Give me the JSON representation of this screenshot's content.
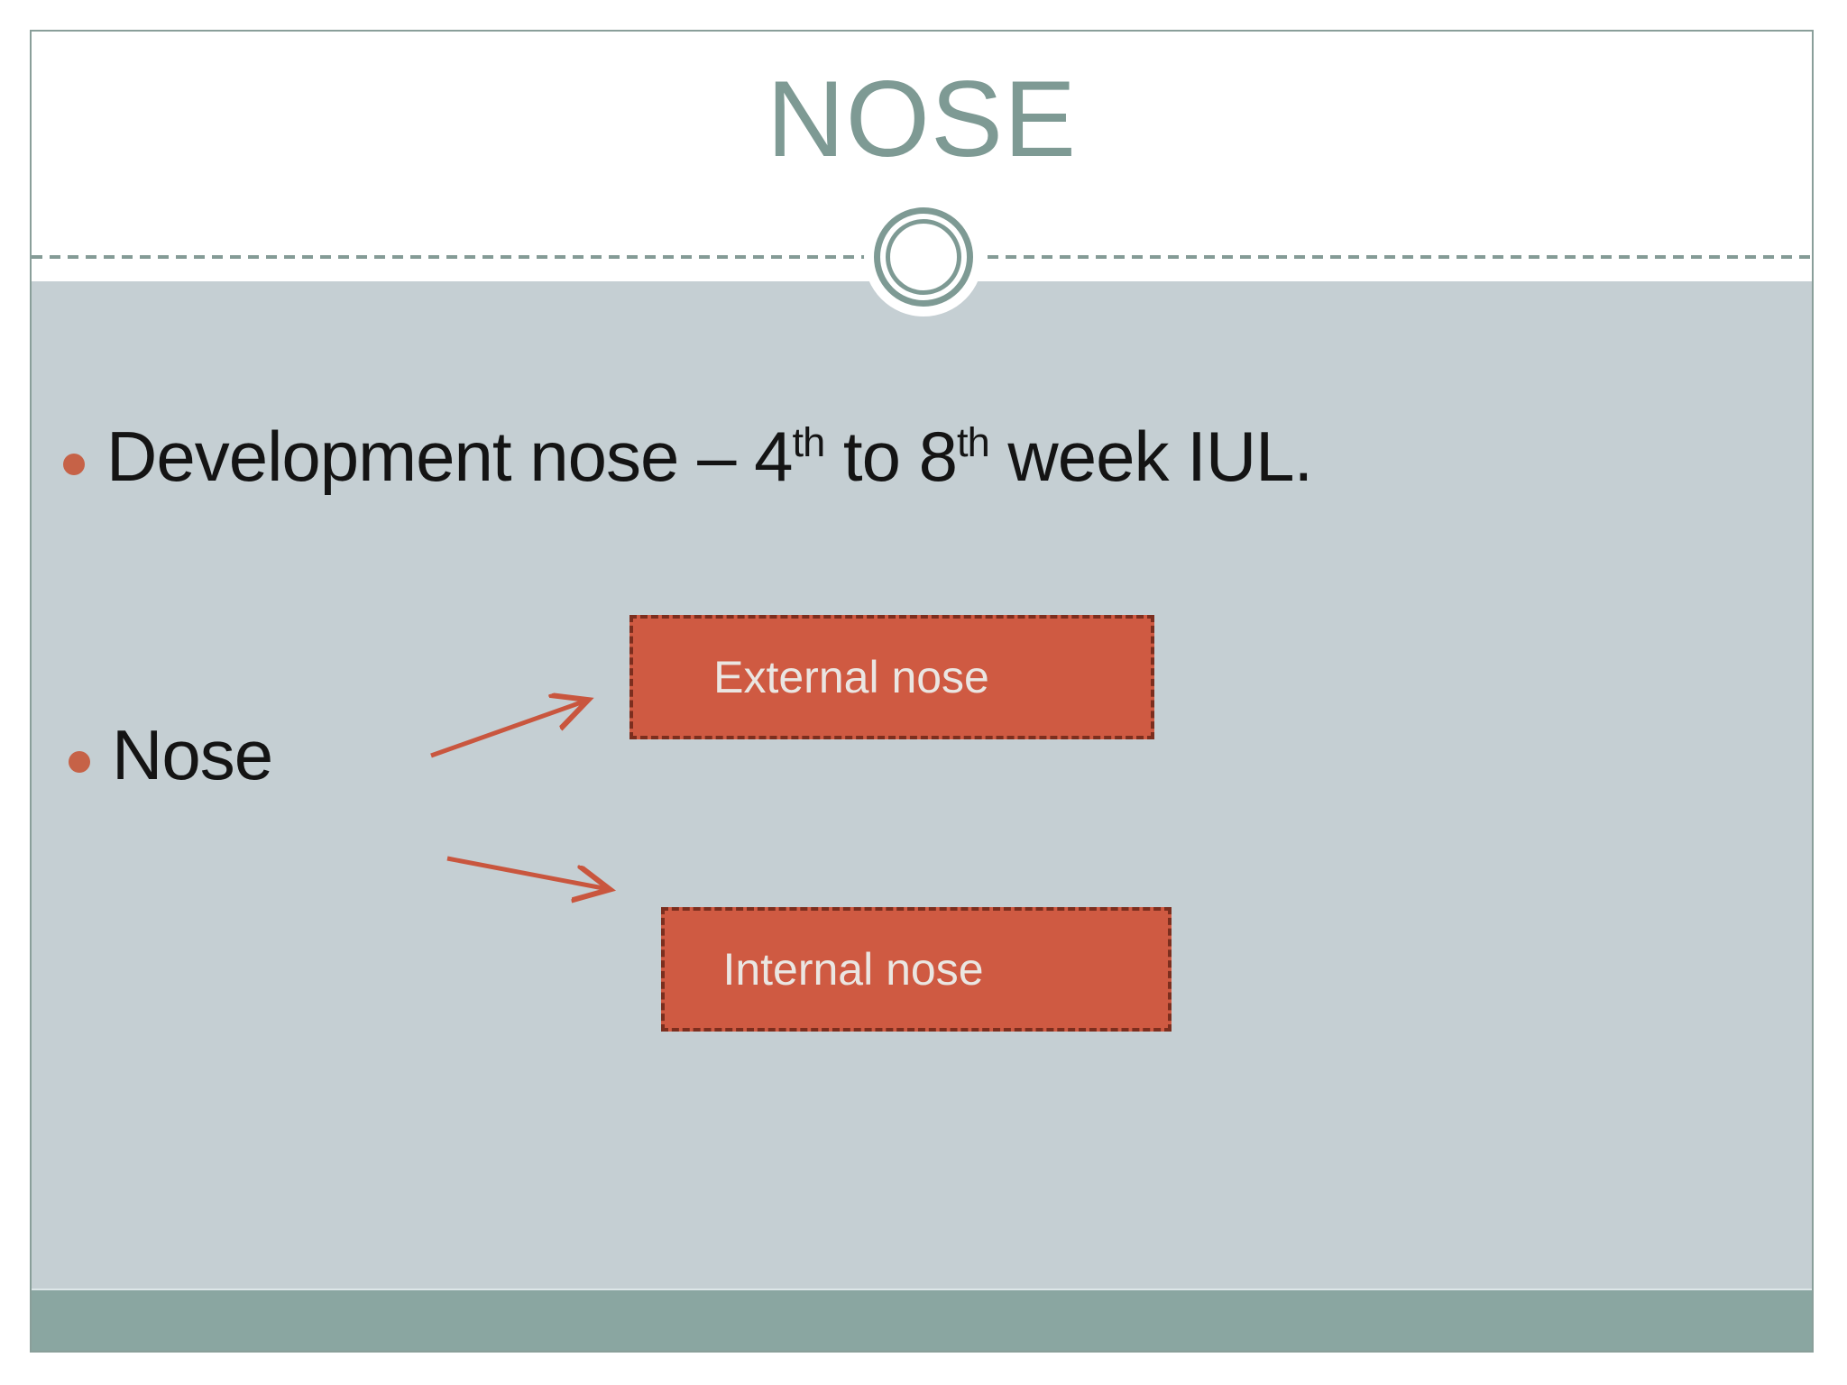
{
  "slide": {
    "title": "NOSE",
    "bullet_1": {
      "before": "Development nose – 4",
      "sup_a": "th",
      "mid": " to 8",
      "sup_b": "th",
      "after": " week IUL."
    },
    "bullet_2": {
      "text": "Nose"
    },
    "shapes": {
      "external_box_label": "External nose",
      "internal_box_label": "Internal nose"
    },
    "colors": {
      "title_teal": "#7e9a94",
      "frame_border": "#8a9f9a",
      "divider_teal": "#849b96",
      "content_background": "#c5cfd3",
      "footer_teal": "#8aa6a1",
      "box_fill": "#cf5a42",
      "box_dashed_border": "#7c2e1e",
      "box_label_text": "#eae6e2",
      "arrow_orange": "#c9563e",
      "bullet_dot_orange": "#c66247",
      "body_text": "#141414"
    }
  }
}
